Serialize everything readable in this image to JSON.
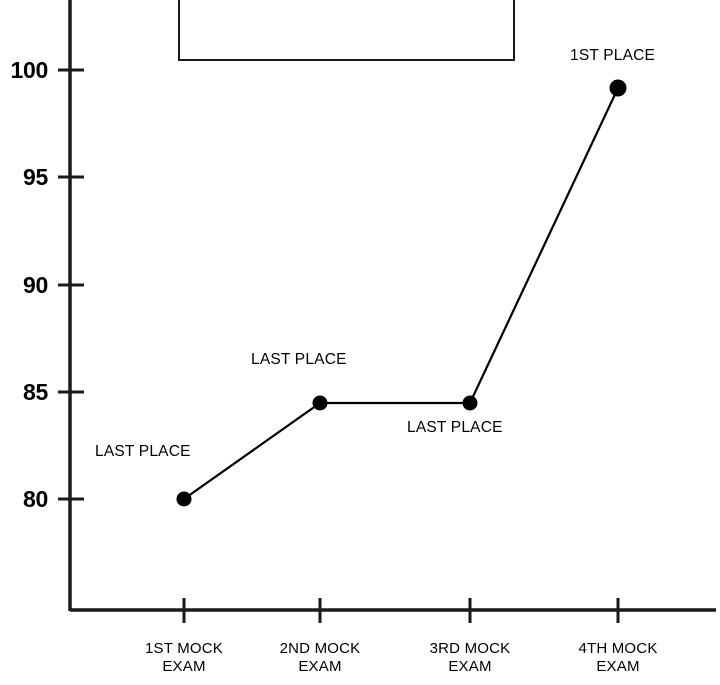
{
  "chart_data": {
    "type": "line",
    "title": "",
    "xlabel": "",
    "ylabel": "",
    "categories": [
      "1ST MOCK\nEXAM",
      "2ND MOCK\nEXAM",
      "3RD MOCK\nEXAM",
      "4TH MOCK\nEXAM"
    ],
    "values": [
      80.0,
      84.5,
      84.5,
      99.2
    ],
    "point_annotations": [
      "LAST PLACE",
      "LAST PLACE",
      "LAST PLACE",
      "1ST PLACE"
    ],
    "ylim": [
      76.7,
      101.4
    ],
    "yticks": [
      80,
      85,
      90,
      95,
      100
    ],
    "ytick_labels": [
      "80",
      "85",
      "90",
      "95",
      "100"
    ],
    "grid": false,
    "legend": false,
    "series_color": "#000000",
    "marker": "circle",
    "marker_color": "#000000"
  },
  "axis": {
    "line_color": "#1a1a1a",
    "tick_labels": [
      "80",
      "85",
      "90",
      "95",
      "100"
    ],
    "category_labels": [
      "1ST MOCK\nEXAM",
      "2ND MOCK\nEXAM",
      "3RD MOCK\nEXAM",
      "4TH MOCK\nEXAM"
    ]
  },
  "annotations": [
    {
      "text": "LAST PLACE"
    },
    {
      "text": "LAST PLACE"
    },
    {
      "text": "LAST PLACE"
    },
    {
      "text": "1ST PLACE"
    }
  ],
  "title_box": {
    "label": "",
    "border_color": "#1a1a1a"
  }
}
